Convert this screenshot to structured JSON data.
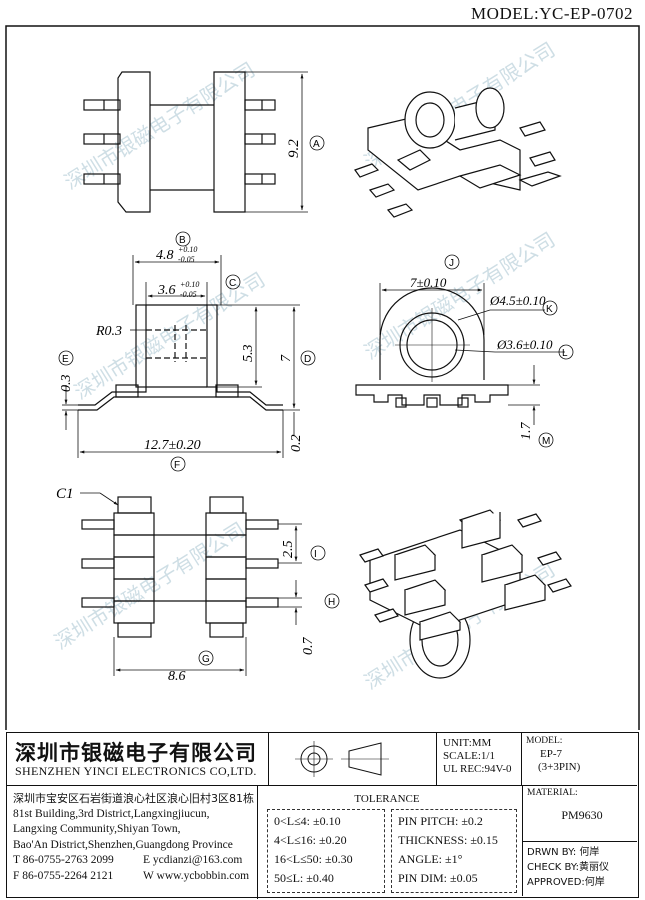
{
  "model": "MODEL:YC-EP-0702",
  "watermark": "深圳市银磁电子有限公司",
  "dims": {
    "height_a": "9.2",
    "width_b": "4.8",
    "width_b_tol_up": "+0.10",
    "width_b_tol_dn": "-0.05",
    "width_c": "3.6",
    "width_c_tol_up": "+0.10",
    "width_c_tol_dn": "-0.05",
    "radius": "R0.3",
    "thk_e": "0.3",
    "height_53": "5.3",
    "height_d": "7",
    "width_f": "12.7±0.20",
    "height_02": "0.2",
    "width_j": "7±0.10",
    "dia_k": "Ø4.5±0.10",
    "dia_l": "Ø3.6±0.10",
    "height_m": "1.7",
    "chamfer": "C1",
    "pitch_i": "2.5",
    "pin_h": "0.7",
    "width_g": "8.6"
  },
  "labels": {
    "a": "A",
    "b": "B",
    "c": "C",
    "d": "D",
    "e": "E",
    "f": "F",
    "g": "G",
    "h": "H",
    "i": "I",
    "j": "J",
    "k": "K",
    "l": "L",
    "m": "M"
  },
  "title_block": {
    "company_cn": "深圳市银磁电子有限公司",
    "company_en": "SHENZHEN YINCI ELECTRONICS CO,LTD.",
    "address_cn": "深圳市宝安区石岩街道浪心社区浪心旧村3区81栋",
    "address_en": [
      "81st Building,3rd District,Langxingjiucun,",
      "Langxing Community,Shiyan Town,",
      "Bao'An District,Shenzhen,Guangdong Province"
    ],
    "tel": "T 86-0755-2763 2099",
    "email": "E ycdianzi@163.com",
    "fax": "F 86-0755-2264 2121",
    "web": "W www.ycbobbin.com",
    "unit": "UNIT:MM",
    "scale": "SCALE:1/1",
    "ul": "UL REC:94V-0",
    "model_label": "MODEL:",
    "model_value": "EP-7",
    "model_pins": "(3+3PIN)",
    "material_label": "MATERIAL:",
    "material_value": "PM9630",
    "tolerance_title": "TOLERANCE",
    "tolerances_left": [
      "0<L≤4: ±0.10",
      "4<L≤16: ±0.20",
      "16<L≤50: ±0.30",
      "50≤L: ±0.40"
    ],
    "tolerances_right": [
      "PIN PITCH: ±0.2",
      "THICKNESS: ±0.15",
      "ANGLE: ±1°",
      "PIN DIM: ±0.05"
    ],
    "drawn_by": "DRWN BY: 何岸",
    "check_by": "CHECK BY:黄丽仪",
    "approved": "APPROVED:何岸"
  }
}
